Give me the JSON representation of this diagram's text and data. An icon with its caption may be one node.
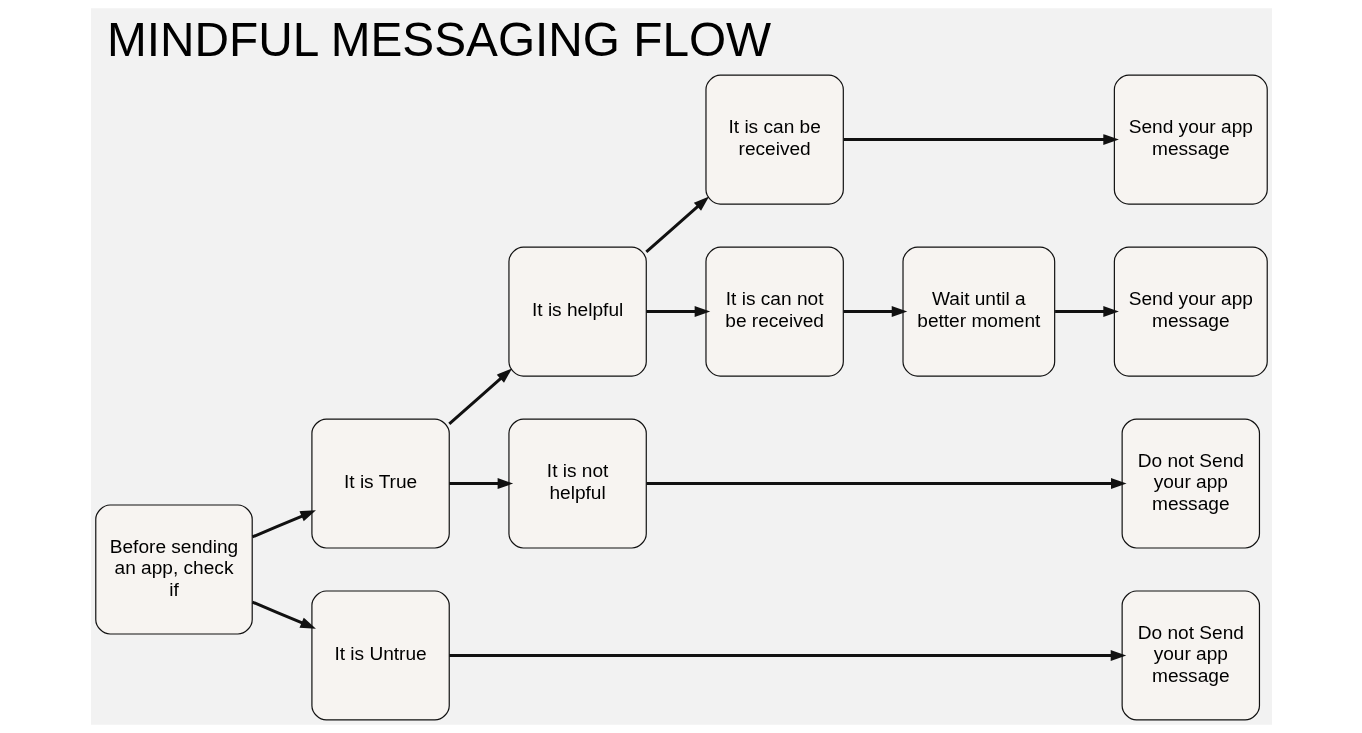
{
  "diagram": {
    "title": "MINDFUL MESSAGING FLOW",
    "nodes": [
      {
        "text": [
          "Before sending an app, check if"
        ]
      },
      {
        "text": [
          "It is True"
        ]
      },
      {
        "text": [
          "It is Untrue"
        ]
      },
      {
        "text": [
          "It is helpful"
        ]
      },
      {
        "text": [
          "It is not helpful"
        ]
      },
      {
        "text": [
          "It is can be received"
        ]
      },
      {
        "text": [
          "It is can not be received"
        ]
      },
      {
        "text": [
          "Wait until a better moment"
        ]
      },
      {
        "text": [
          "Send your app message"
        ]
      },
      {
        "text": [
          "Send your app message"
        ]
      },
      {
        "text": [
          "Do not Send your app message"
        ]
      },
      {
        "text": [
          "Do not Send your app message"
        ]
      }
    ],
    "edges": [
      {
        "from": 0,
        "to": 1,
        "arrow": "to"
      },
      {
        "from": 0,
        "to": 2,
        "arrow": "to"
      },
      {
        "from": 1,
        "to": 3,
        "arrow": "to"
      },
      {
        "from": 1,
        "to": 4,
        "arrow": "to"
      },
      {
        "from": 3,
        "to": 5,
        "arrow": "to"
      },
      {
        "from": 3,
        "to": 6,
        "arrow": "to"
      },
      {
        "from": 5,
        "to": 8,
        "arrow": "to"
      },
      {
        "from": 6,
        "to": 7,
        "arrow": "to"
      },
      {
        "from": 7,
        "to": 9,
        "arrow": "to"
      },
      {
        "from": 4,
        "to": 11,
        "arrow": "to"
      },
      {
        "from": 2,
        "to": 10,
        "arrow": "to"
      }
    ]
  }
}
